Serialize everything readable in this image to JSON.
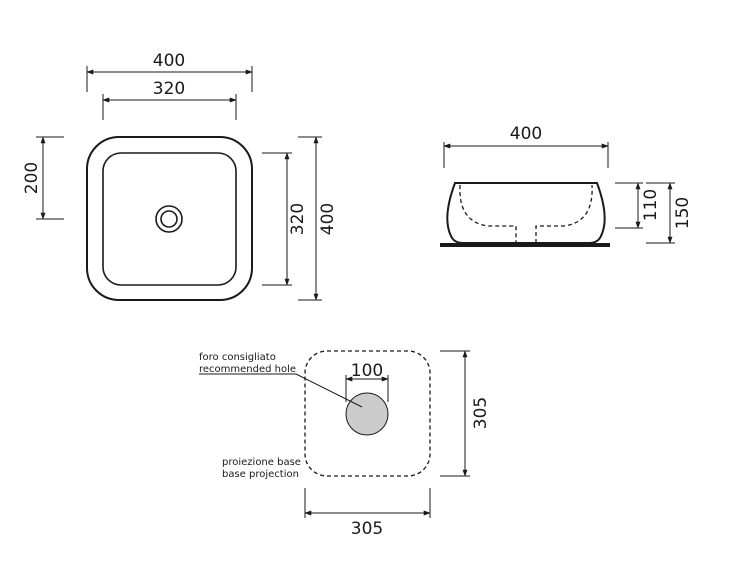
{
  "top_view": {
    "width_outer": "400",
    "width_inner": "320",
    "height_half": "200",
    "height_inner": "320",
    "height_outer": "400"
  },
  "side_view": {
    "width": "400",
    "bowl_height": "110",
    "total_height": "150"
  },
  "base_view": {
    "hole_diameter": "100",
    "depth": "305",
    "width": "305",
    "hole_label_it": "foro consigliato",
    "hole_label_en": "recommended hole",
    "base_label_it": "proiezione base",
    "base_label_en": "base projection"
  },
  "colors": {
    "line": "#1a1a1a",
    "hole_fill": "#cccccc"
  }
}
